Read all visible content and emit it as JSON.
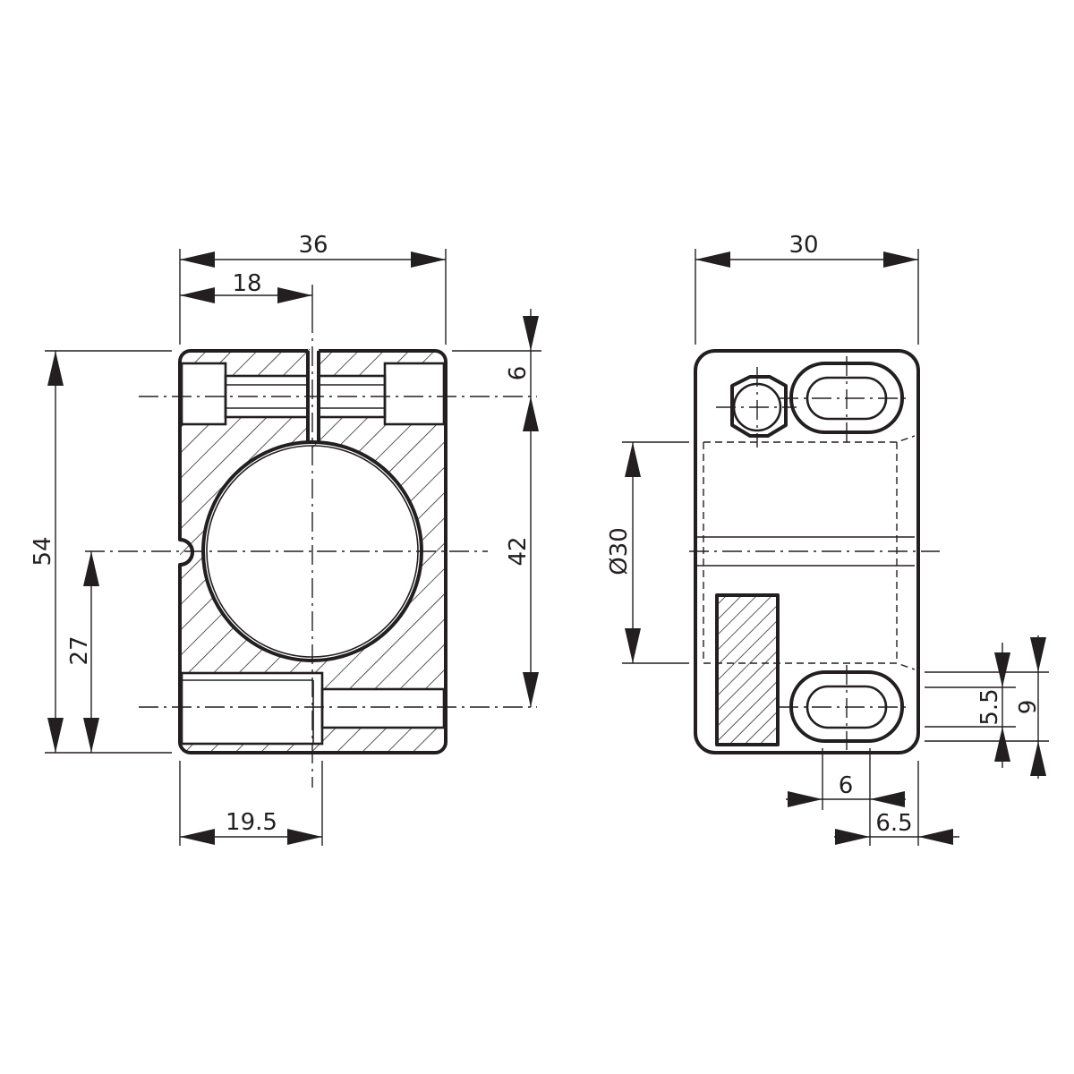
{
  "drawing": {
    "dimensions": {
      "total_width": "36",
      "half_width": "18",
      "total_height": "54",
      "axis_height": "27",
      "offset_width": "19.5",
      "top_offset": "6",
      "hole_spacing": "42",
      "side_width": "30",
      "bore_diameter": "Ø30",
      "slot_width": "6",
      "slot_edge": "6.5",
      "slot_height": "5.5",
      "slot_outer_height": "9"
    }
  }
}
